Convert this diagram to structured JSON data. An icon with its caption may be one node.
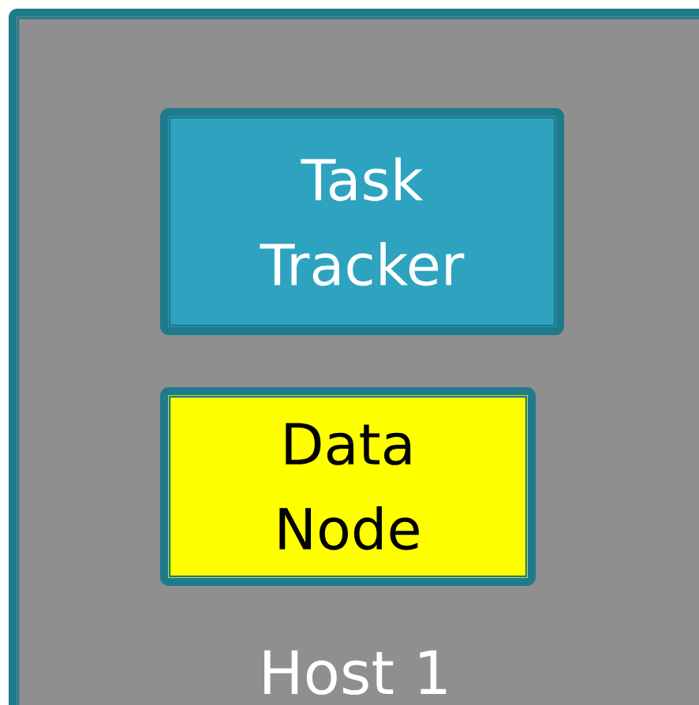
{
  "diagram": {
    "nodes": [
      {
        "text": [
          "Host 1"
        ]
      },
      {
        "text": [
          "Task Tracker"
        ],
        "in": 0
      },
      {
        "text": [
          "Data Node"
        ],
        "in": 0
      }
    ],
    "edges": []
  }
}
